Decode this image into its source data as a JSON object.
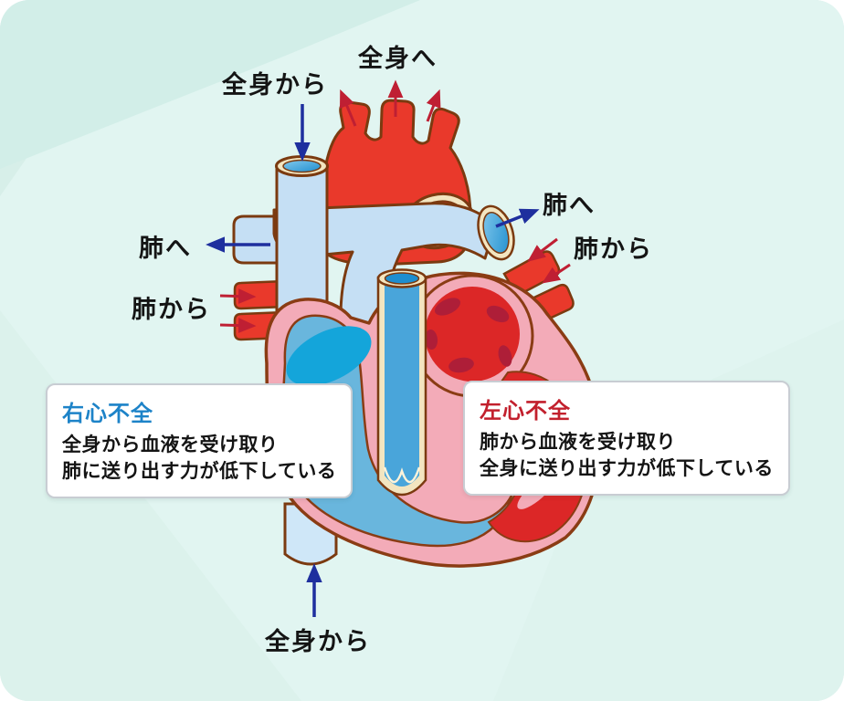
{
  "diagram": {
    "type": "heart-anatomy-heart-failure",
    "language": "ja"
  },
  "labels": {
    "to_body": "全身へ",
    "from_body_top": "全身から",
    "to_lung_right": "肺へ",
    "from_lung_right": "肺から",
    "to_lung_left": "肺へ",
    "from_lung_left": "肺から",
    "from_body_bottom": "全身から"
  },
  "callouts": {
    "right_heart_failure": {
      "title": "右心不全",
      "title_color": "#1d83c8",
      "line1": "全身から血液を受け取り",
      "line2": "肺に送り出す力が低下している"
    },
    "left_heart_failure": {
      "title": "左心不全",
      "title_color": "#c2202d",
      "line1": "肺から血液を受け取り",
      "line2": "全身に送り出す力が低下している"
    }
  },
  "palette": {
    "card_background": "#d7efe9",
    "artery_red": "#e9392b",
    "vein_light_blue": "#c5dff4",
    "chamber_blue": "#69b6dd",
    "heart_wall_pink": "#f3abb8",
    "blood_dark_red": "#d61f2e",
    "flow_arrow_blue": "#1e2f9e",
    "flow_arrow_red": "#bf1f33",
    "vessel_outline_brown": "#7b3a10",
    "cream_rim": "#f3e5c0"
  }
}
